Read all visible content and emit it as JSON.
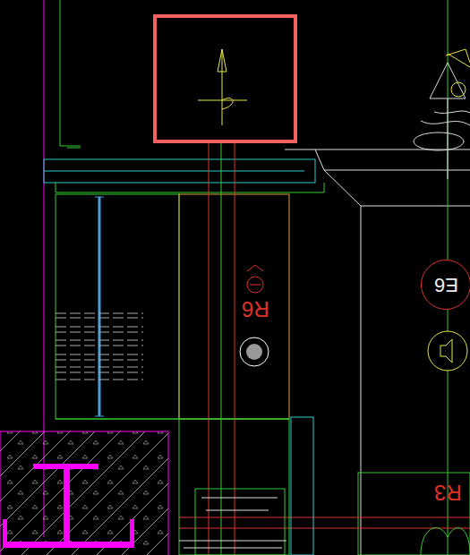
{
  "diagram": {
    "nodes": [
      {
        "text": [
          "E6"
        ]
      }
    ],
    "labels": [
      "R6",
      "R3"
    ]
  }
}
